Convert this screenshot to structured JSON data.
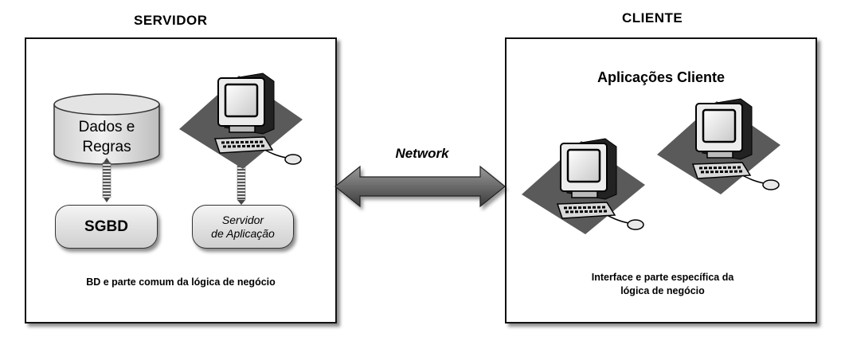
{
  "server": {
    "title": "SERVIDOR",
    "database_label_line1": "Dados e",
    "database_label_line2": "Regras",
    "dbms_label": "SGBD",
    "app_server_line1": "Servidor",
    "app_server_line2": "de Aplicação",
    "caption": "BD  e parte comum da lógica de negócio"
  },
  "network": {
    "label": "Network"
  },
  "client": {
    "title": "CLIENTE",
    "apps_title": "Aplicações Cliente",
    "caption_line1": "Interface  e parte específica da",
    "caption_line2": "lógica de negócio"
  }
}
